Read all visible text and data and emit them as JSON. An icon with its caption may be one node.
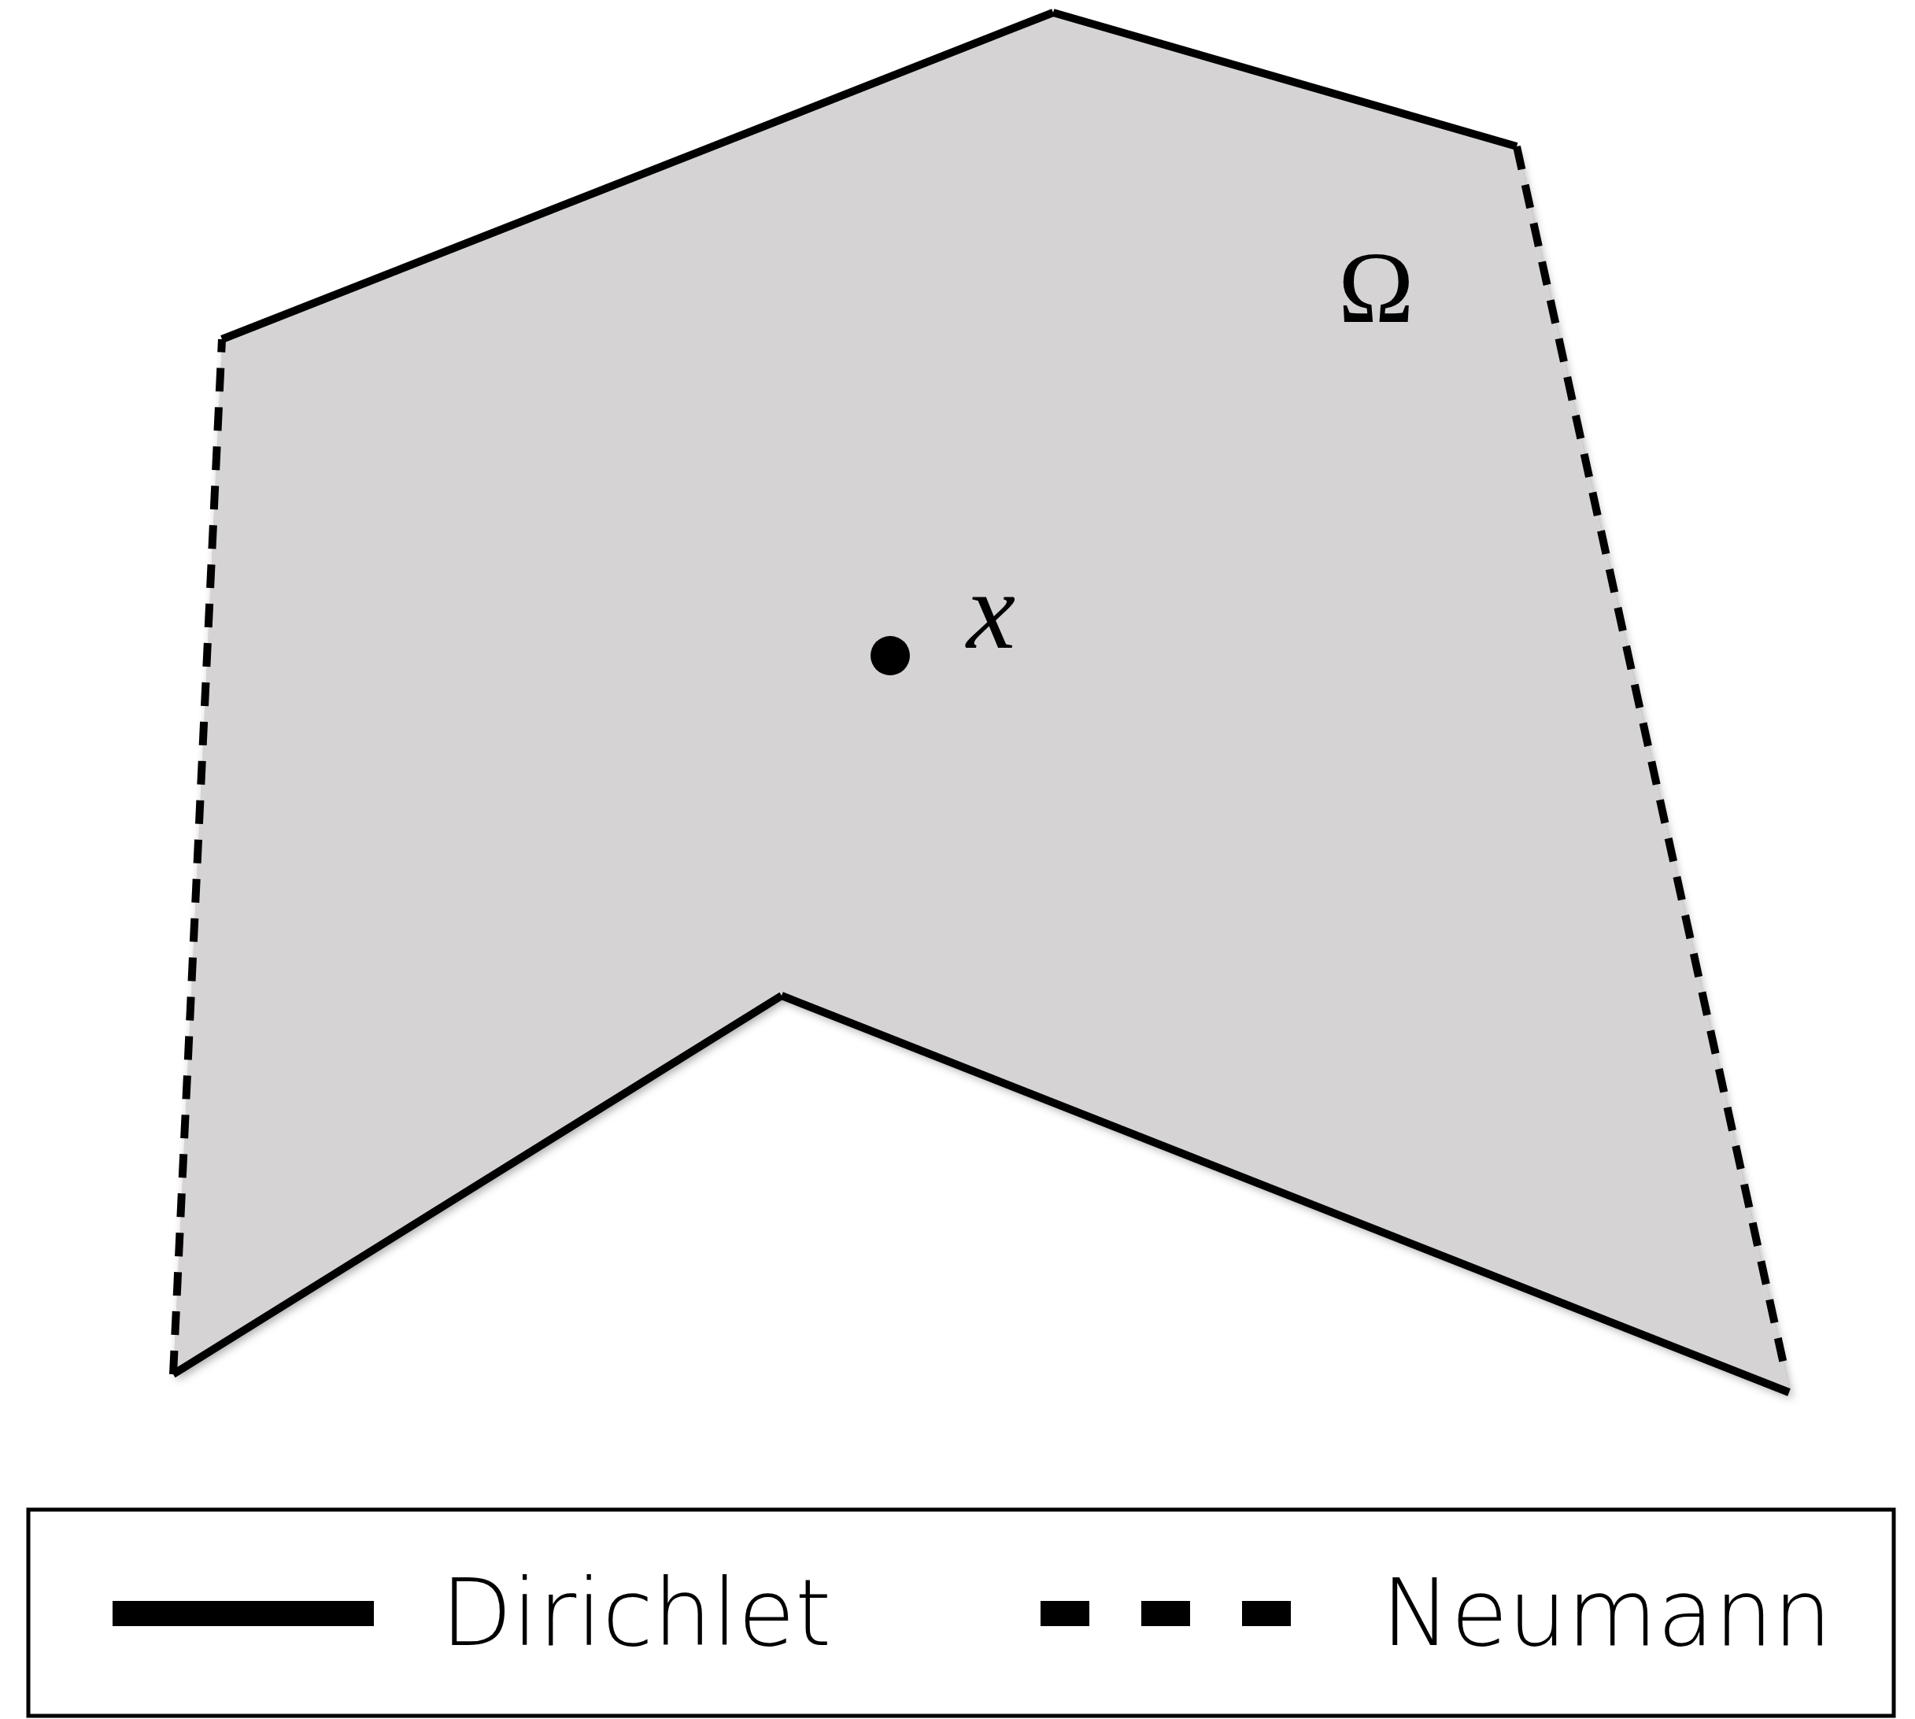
{
  "diagram": {
    "labels": [
      "Ω",
      "x"
    ],
    "legend": [
      {
        "text": "Dirichlet"
      },
      {
        "text": "Neumann"
      }
    ]
  }
}
